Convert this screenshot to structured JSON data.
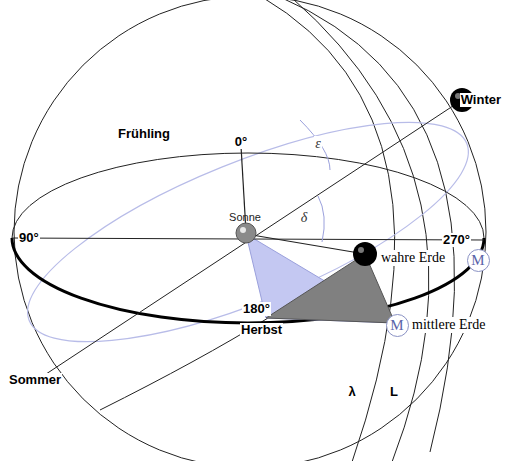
{
  "diagram": {
    "nodes": [
      {
        "text": [
          "M"
        ]
      },
      {
        "text": [
          "M"
        ]
      }
    ],
    "labels": [
      "Frühling",
      "0°",
      "ε",
      "Sonne",
      "δ",
      "90°",
      "270°",
      "Winter",
      "wahre Erde",
      "180°",
      "Herbst",
      "mittlere Erde",
      "λ",
      "L",
      "Sommer"
    ]
  }
}
